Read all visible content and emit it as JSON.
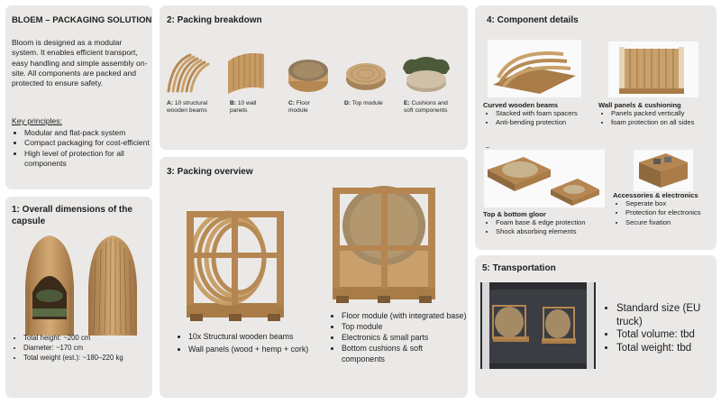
{
  "intro": {
    "title": "BLOEM – PACKAGING SOLUTION",
    "body": "Bloom is designed as a modular system. It enables efficient transport, easy handling and simple assembly on-site. All components are packed and protected to ensure safety.",
    "principles_title": "Key principles:",
    "principles": [
      "Modular and flat-pack system",
      "Compact packaging for cost-efficient",
      "High level of protection for all components"
    ]
  },
  "dimensions": {
    "title": "1: Overall dimensions of the capsule",
    "items": [
      "Total height: ~200 cm",
      "Diameter: ~170 cm",
      "Total weight (est.): ~180–220 kg"
    ]
  },
  "breakdown": {
    "title": "2: Packing breakdown",
    "items": [
      {
        "key": "A:",
        "label": "10 structural wooden beams"
      },
      {
        "key": "B:",
        "label": "10 wall panels"
      },
      {
        "key": "C:",
        "label": "Floor module"
      },
      {
        "key": "D:",
        "label": "Top module"
      },
      {
        "key": "E:",
        "label": "Cushions and soft components"
      }
    ]
  },
  "overview": {
    "title": "3: Packing overview",
    "left_items": [
      "10x Structural wooden beams",
      "Wall panels (wood + hemp + cork)"
    ],
    "right_items": [
      "Floor module (with integrated base)",
      "Top module",
      "Electronics & small parts",
      "Bottom cushions & soft components"
    ]
  },
  "components": {
    "title": "4: Component details",
    "blocks": [
      {
        "title": "Curved wooden beams",
        "items": [
          "Stacked with foam spacers",
          "Anti-bending protection"
        ]
      },
      {
        "title": "Wall panels & cushioning",
        "items": [
          "Panels packed vertically",
          "foam protection on all sides"
        ]
      },
      {
        "title": "Top & bottom gloor",
        "items": [
          "Foam base & edge protection",
          "Shock absorbing elements"
        ]
      },
      {
        "title": "Accessories & electronics",
        "items": [
          "Seperate box",
          "Protection for electronics",
          "Secure fixation"
        ]
      }
    ],
    "marker": "–"
  },
  "transport": {
    "title": "5: Transportation",
    "items": [
      "Standard size (EU truck)",
      "Total volume: tbd",
      "Total weight: tbd"
    ]
  },
  "colors": {
    "card": "#ebe9e7",
    "wood": "#c9a06b",
    "wood_dark": "#8f6a3e",
    "cork": "#a58a66",
    "green": "#4d5a3a"
  }
}
